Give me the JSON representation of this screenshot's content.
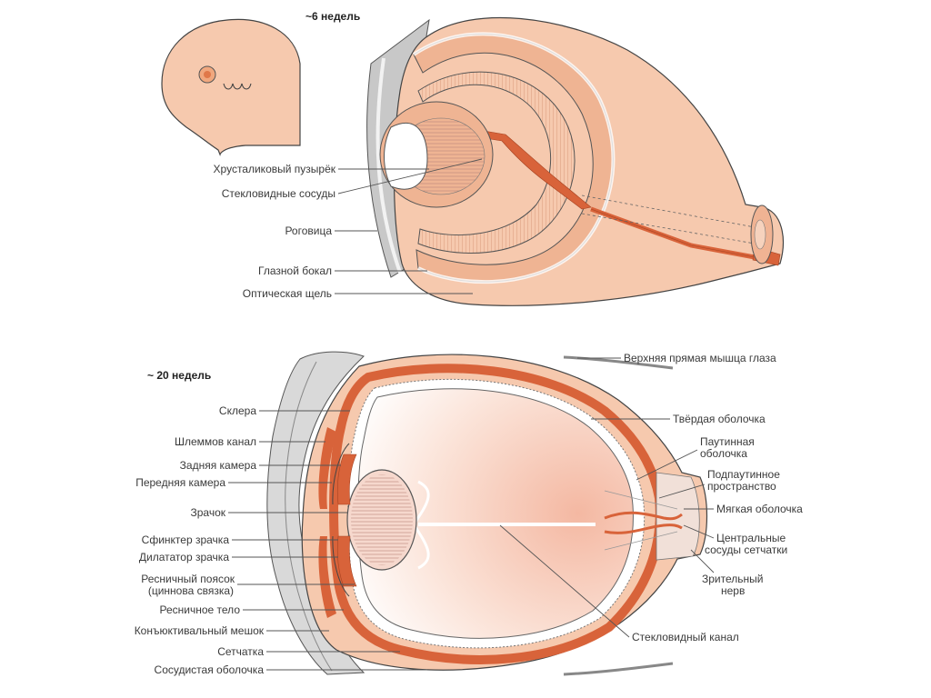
{
  "top": {
    "stage_label": "~6 недель",
    "labels": {
      "lens_vesicle": "Хрусталиковый пузырёк",
      "hyaloid_vessels": "Стекловидные сосуды",
      "cornea": "Роговица",
      "optic_cup": "Глазной бокал",
      "optic_fissure": "Оптическая щель"
    }
  },
  "bottom": {
    "stage_label": "~ 20 недель",
    "labels": {
      "sclera": "Склера",
      "schlemm_canal": "Шлеммов канал",
      "posterior_chamber": "Задняя камера",
      "anterior_chamber": "Передняя камера",
      "pupil": "Зрачок",
      "sphincter": "Сфинктер зрачка",
      "dilator": "Дилататор зрачка",
      "zonule_1": "Ресничный поясок",
      "zonule_2": "(циннова связка)",
      "ciliary_body": "Ресничное тело",
      "conjunctival_sac": "Конъюктивальный мешок",
      "retina": "Сетчатка",
      "choroid": "Сосудистая оболочка",
      "superior_rectus": "Верхняя прямая мышца глаза",
      "dura": "Твёрдая оболочка",
      "arachnoid_1": "Паутинная",
      "arachnoid_2": "оболочка",
      "subarachnoid_1": "Подпаутинное",
      "subarachnoid_2": "пространство",
      "pia": "Мягкая оболочка",
      "central_vessels_1": "Центральные",
      "central_vessels_2": "сосуды сетчатки",
      "optic_nerve_1": "Зрительный",
      "optic_nerve_2": "нерв",
      "hyaloid_canal": "Стекловидный канал"
    }
  },
  "colors": {
    "skin": "#f6c9ae",
    "tissue": "#efb493",
    "vessel": "#d8633a",
    "outline": "#5a5a5a",
    "grey": "#c8c8c8"
  }
}
